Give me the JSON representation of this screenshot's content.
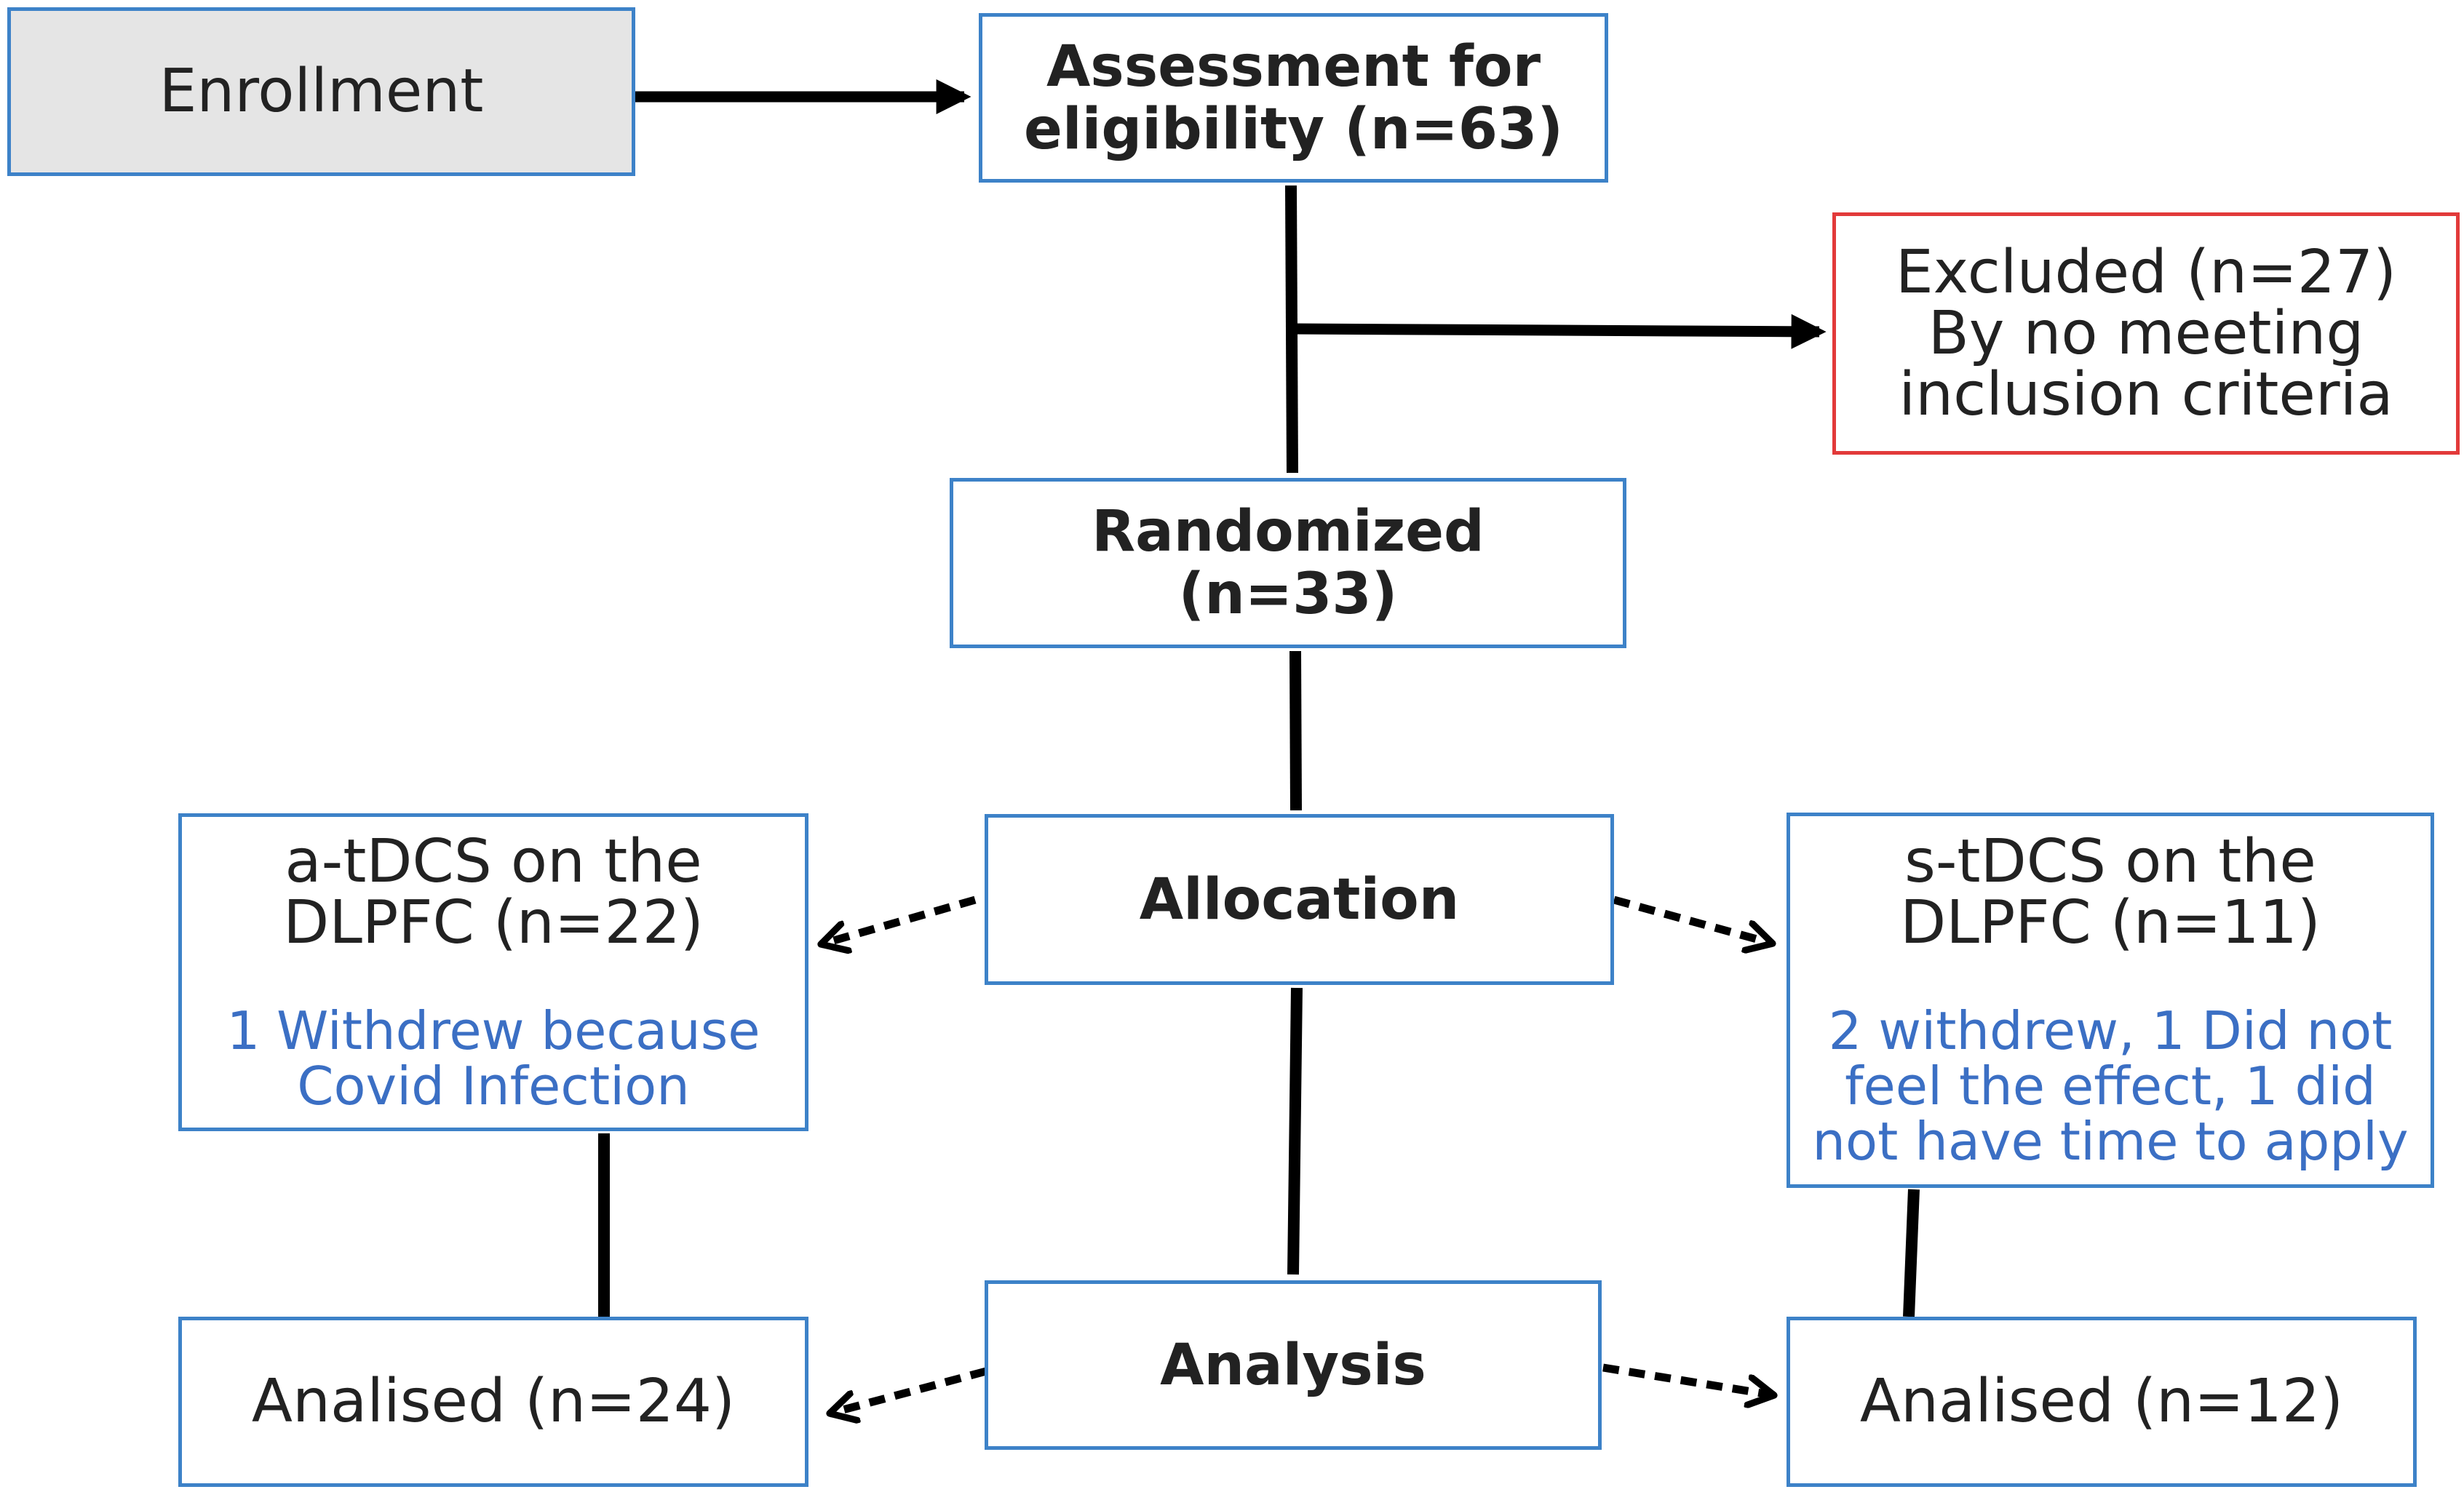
{
  "colors": {
    "box_border": "#3d82c8",
    "excluded_border": "#e23a3a",
    "enrollment_fill": "#e5e5e5",
    "note_text": "#3b6fc4",
    "arrow": "#000000"
  },
  "enrollment": {
    "label": "Enrollment"
  },
  "assessment": {
    "line1": "Assessment for",
    "line2": "eligibility (n=63)"
  },
  "excluded": {
    "line1": "Excluded (n=27)",
    "line2": "By no meeting",
    "line3": "inclusion criteria"
  },
  "randomized": {
    "line1": "Randomized",
    "line2": "(n=33)"
  },
  "allocation": {
    "label": "Allocation"
  },
  "arm_a": {
    "line1": "a-tDCS on the",
    "line2": "DLPFC (n=22)",
    "note1": "1 Withdrew because",
    "note2": "Covid Infection"
  },
  "arm_s": {
    "line1": "s-tDCS on the",
    "line2": "DLPFC (n=11)",
    "note1": "2 withdrew, 1 Did not",
    "note2": "feel the effect, 1 did",
    "note3": "not have time to apply"
  },
  "analysis": {
    "label": "Analysis"
  },
  "analysed_a": {
    "label": "Analised (n=24)"
  },
  "analysed_s": {
    "label": "Analised (n=12)"
  }
}
